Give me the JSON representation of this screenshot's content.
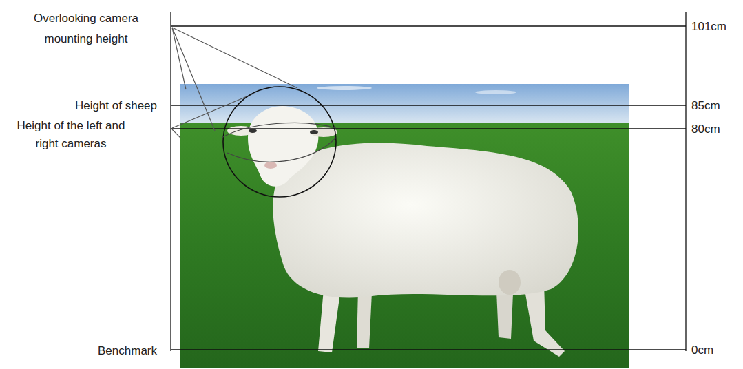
{
  "diagram": {
    "labels": [
      "Overlooking camera mounting height",
      "Height of sheep",
      "Height of the left and right cameras",
      "Benchmark",
      "101cm",
      "85cm",
      "80cm",
      "0cm"
    ]
  }
}
